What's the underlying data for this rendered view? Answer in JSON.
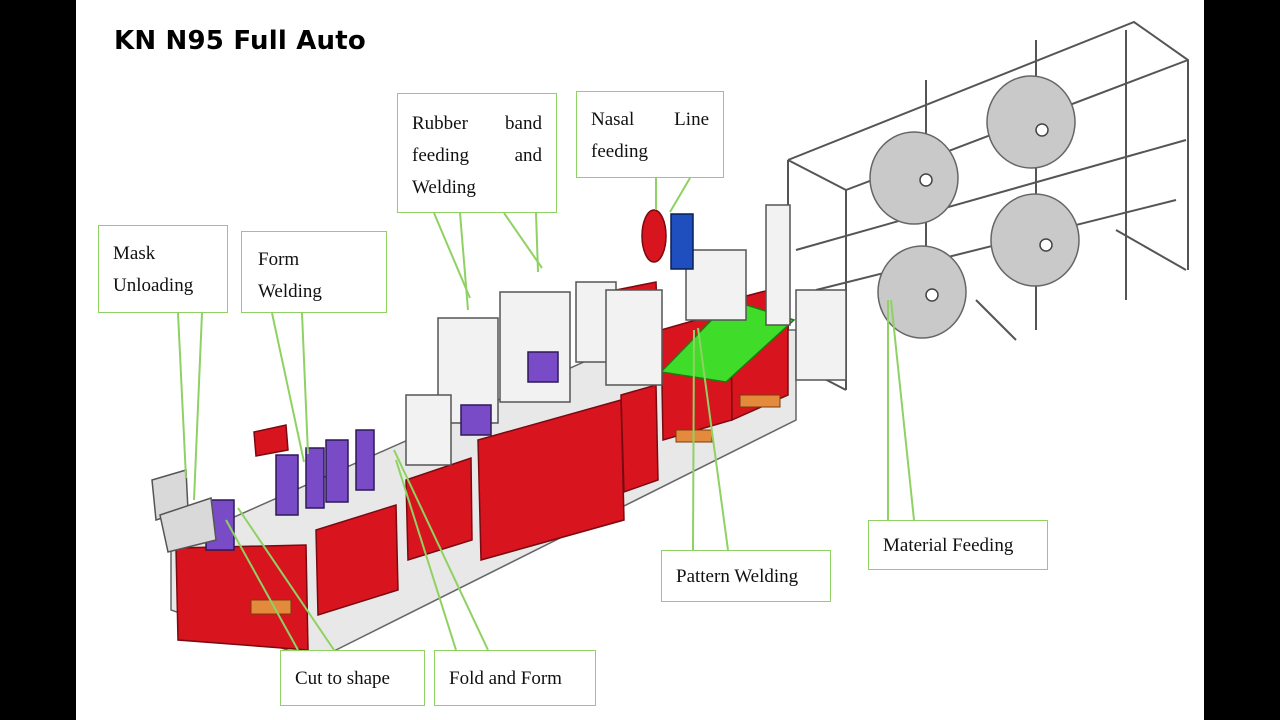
{
  "title": "KN N95 Full Auto",
  "colors": {
    "callout_border": "#8fd163",
    "machine_red": "#d8141f",
    "frame": "#7a7a7a"
  },
  "callouts": {
    "mask_unloading": [
      "Mask",
      "Unloading"
    ],
    "form_welding": [
      "Form",
      "Welding"
    ],
    "rubber_band": [
      "Rubber band",
      "feeding and",
      "Welding"
    ],
    "nasal_line": [
      "Nasal Line",
      "feeding"
    ],
    "material_feeding": "Material Feeding",
    "pattern_welding": "Pattern Welding",
    "cut_to_shape": "Cut to shape",
    "fold_and_form": "Fold and Form"
  }
}
